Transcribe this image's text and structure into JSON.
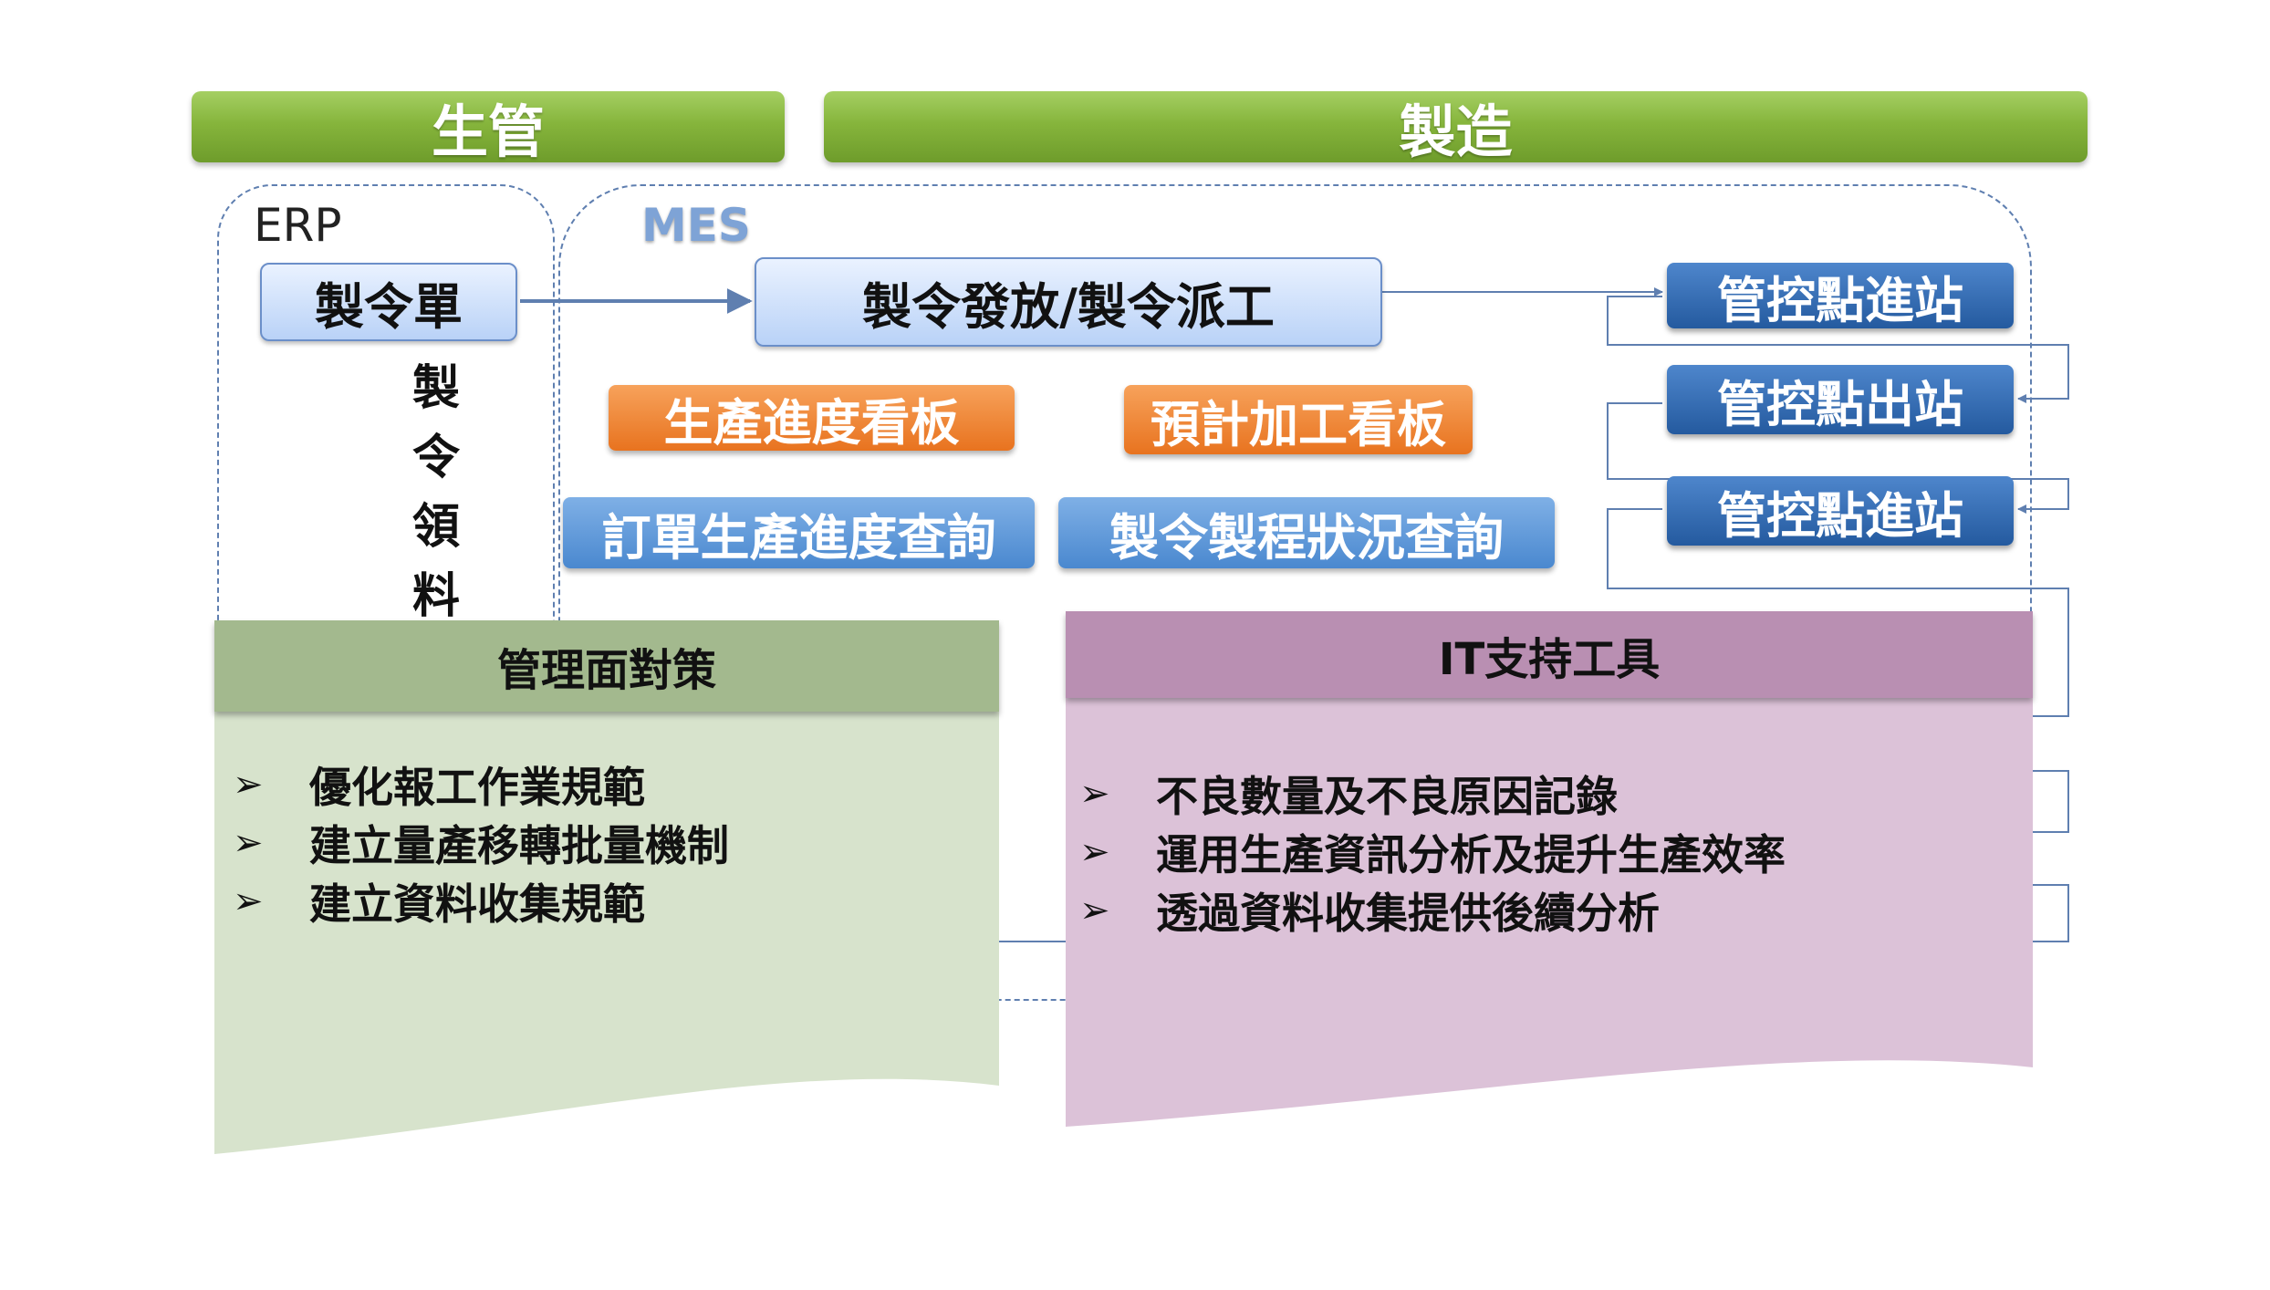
{
  "headers": {
    "production_control": "生管",
    "manufacturing": "製造"
  },
  "erp": {
    "label": "ERP",
    "work_order": "製令單",
    "material_issue_chars": [
      "製",
      "令",
      "領",
      "料"
    ]
  },
  "mes": {
    "label": "MES",
    "dispatch": "製令發放/製令派工",
    "boards": [
      "生產進度看板",
      "預計加工看板"
    ],
    "queries": [
      "訂單生產進度查詢",
      "製令製程狀況查詢"
    ],
    "stations": [
      "管控點進站",
      "管控點出站",
      "管控點進站"
    ]
  },
  "management": {
    "title": "管理面對策",
    "bullet_glyph": "➢",
    "items": [
      "優化報工作業規範",
      "建立量產移轉批量機制",
      "建立資料收集規範"
    ]
  },
  "it_tools": {
    "title": "IT支持工具",
    "bullet_glyph": "➢",
    "items": [
      "不良數量及不良原因記錄",
      "運用生產資訊分析及提升生產效率",
      "透過資料收集提供後續分析"
    ]
  },
  "colors": {
    "header_green": "#86b53c",
    "orange": "#e8731f",
    "mid_blue": "#4a88cf",
    "dark_blue": "#245a9f",
    "management_panel": "#d7e3cc",
    "management_title": "#a3b98e",
    "it_panel": "#dcc2d8",
    "it_title": "#b98fb2",
    "connector": "#5f7fb0"
  }
}
